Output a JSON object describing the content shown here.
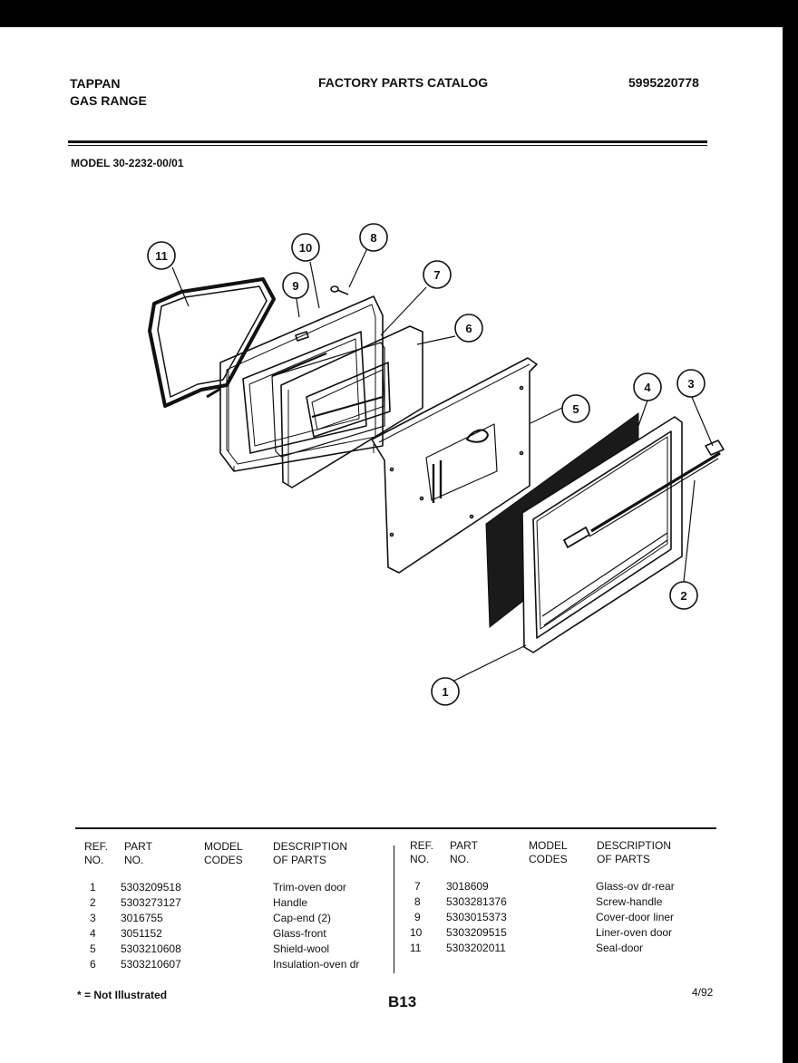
{
  "header": {
    "brand": "TAPPAN",
    "product": "GAS RANGE",
    "catalog_title": "FACTORY PARTS CATALOG",
    "catalog_number": "5995220778",
    "model": "MODEL 30-2232-00/01"
  },
  "diagram": {
    "callouts": [
      "1",
      "2",
      "3",
      "4",
      "5",
      "6",
      "7",
      "8",
      "9",
      "10",
      "11"
    ]
  },
  "table": {
    "headers": {
      "ref_line1": "REF.",
      "ref_line2": "NO.",
      "part_line1": "PART",
      "part_line2": "NO.",
      "model_line1": "MODEL",
      "model_line2": "CODES",
      "desc_line1": "DESCRIPTION",
      "desc_line2": "OF PARTS"
    },
    "left_rows": [
      {
        "ref": "1",
        "part": "5303209518",
        "codes": "",
        "desc": "Trim-oven door"
      },
      {
        "ref": "2",
        "part": "5303273127",
        "codes": "",
        "desc": "Handle"
      },
      {
        "ref": "3",
        "part": "3016755",
        "codes": "",
        "desc": "Cap-end (2)"
      },
      {
        "ref": "4",
        "part": "3051152",
        "codes": "",
        "desc": "Glass-front"
      },
      {
        "ref": "5",
        "part": "5303210608",
        "codes": "",
        "desc": "Shield-wool"
      },
      {
        "ref": "6",
        "part": "5303210607",
        "codes": "",
        "desc": "Insulation-oven dr"
      }
    ],
    "right_rows": [
      {
        "ref": "7",
        "part": "3018609",
        "codes": "",
        "desc": "Glass-ov dr-rear"
      },
      {
        "ref": "8",
        "part": "5303281376",
        "codes": "",
        "desc": "Screw-handle"
      },
      {
        "ref": "9",
        "part": "5303015373",
        "codes": "",
        "desc": "Cover-door liner"
      },
      {
        "ref": "10",
        "part": "5303209515",
        "codes": "",
        "desc": "Liner-oven door"
      },
      {
        "ref": "11",
        "part": "5303202011",
        "codes": "",
        "desc": "Seal-door"
      }
    ]
  },
  "footer": {
    "note": "* = Not Illustrated",
    "page_id": "B13",
    "date": "4/92"
  }
}
